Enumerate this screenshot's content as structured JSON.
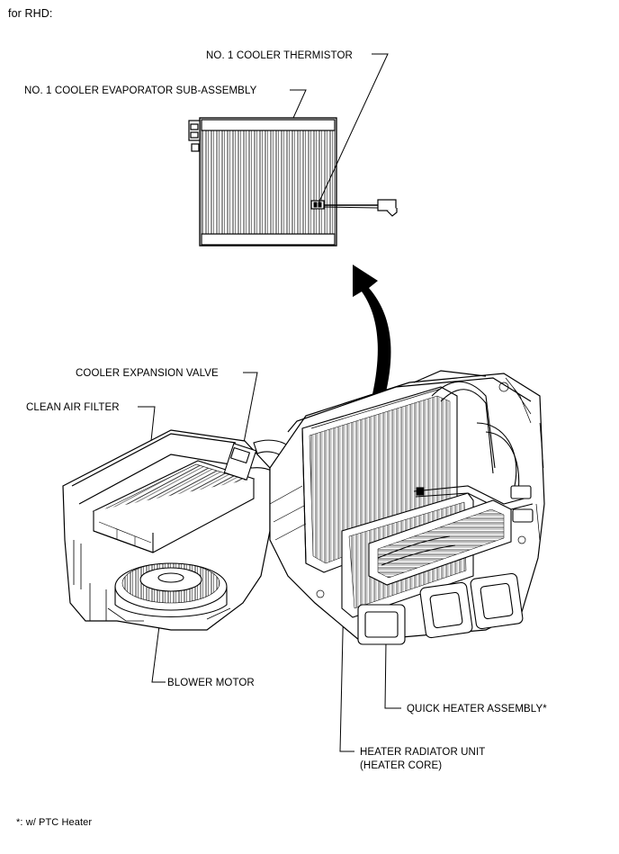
{
  "header": {
    "variant": "for RHD:"
  },
  "labels": {
    "thermistor": "NO. 1 COOLER THERMISTOR",
    "evaporator": "NO. 1 COOLER EVAPORATOR SUB-ASSEMBLY",
    "expansion_valve": "COOLER EXPANSION VALVE",
    "air_filter": "CLEAN AIR FILTER",
    "blower_motor": "BLOWER MOTOR",
    "quick_heater": "QUICK HEATER ASSEMBLY*",
    "heater_radiator_line1": "HEATER RADIATOR UNIT",
    "heater_radiator_line2": "(HEATER CORE)"
  },
  "footnote": "*: w/ PTC Heater",
  "colors": {
    "line": "#000000",
    "background": "#ffffff"
  }
}
